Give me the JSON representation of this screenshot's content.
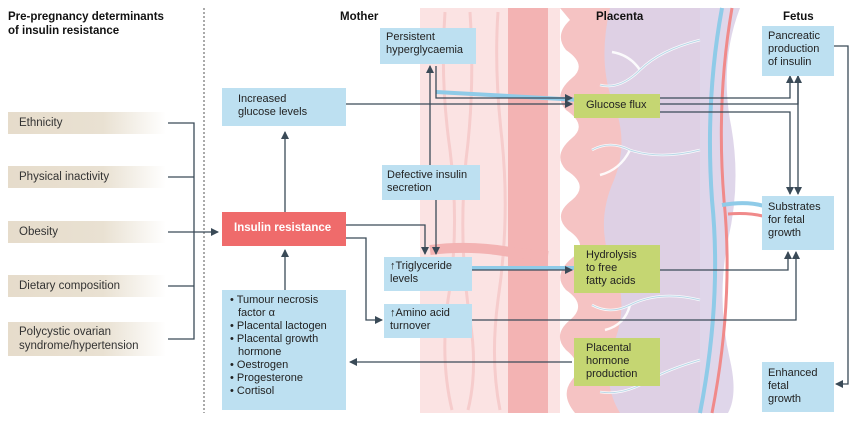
{
  "headers": {
    "determinants_line1": "Pre-pregnancy determinants",
    "determinants_line2": "of insulin resistance",
    "mother": "Mother",
    "placenta": "Placenta",
    "fetus": "Fetus"
  },
  "determinants": [
    {
      "line1": "Ethnicity"
    },
    {
      "line1": "Physical inactivity"
    },
    {
      "line1": "Obesity"
    },
    {
      "line1": "Dietary composition"
    },
    {
      "line1": "Polycystic ovarian",
      "line2": "syndrome/hypertension"
    }
  ],
  "mother": {
    "insulin_resistance": "Insulin resistance",
    "increased_glucose_line1": "Increased",
    "increased_glucose_line2": "glucose levels",
    "persistent_line1": "Persistent",
    "persistent_line2": "hyperglycaemia",
    "defective_line1": "Defective insulin",
    "defective_line2": "secretion",
    "triglyceride_line1": "↑Triglyceride",
    "triglyceride_line2": "levels",
    "amino_line1": "↑Amino acid",
    "amino_line2": "turnover",
    "hormones": [
      "• Tumour necrosis",
      "   factor α",
      "• Placental lactogen",
      "• Placental growth",
      "   hormone",
      "• Oestrogen",
      "• Progesterone",
      "• Cortisol"
    ]
  },
  "placenta": {
    "glucose_flux": "Glucose flux",
    "hydrolysis_line1": "Hydrolysis",
    "hydrolysis_line2": "to free",
    "hydrolysis_line3": "fatty acids",
    "hormone_line1": "Placental",
    "hormone_line2": "hormone",
    "hormone_line3": "production"
  },
  "fetus": {
    "pancreatic_line1": "Pancreatic",
    "pancreatic_line2": "production",
    "pancreatic_line3": "of insulin",
    "substrates_line1": "Substrates",
    "substrates_line2": "for fetal",
    "substrates_line3": "growth",
    "enhanced_line1": "Enhanced",
    "enhanced_line2": "fetal",
    "enhanced_line3": "growth"
  },
  "colors": {
    "box_blue": "#bde0f1",
    "box_green": "#c5d672",
    "box_red": "#ef6b6b",
    "arrow": "#3a4a57",
    "placenta_pink": "#f4b6b6",
    "placenta_purple": "#d8cde6",
    "vessel_blue": "#8fcbe8"
  }
}
